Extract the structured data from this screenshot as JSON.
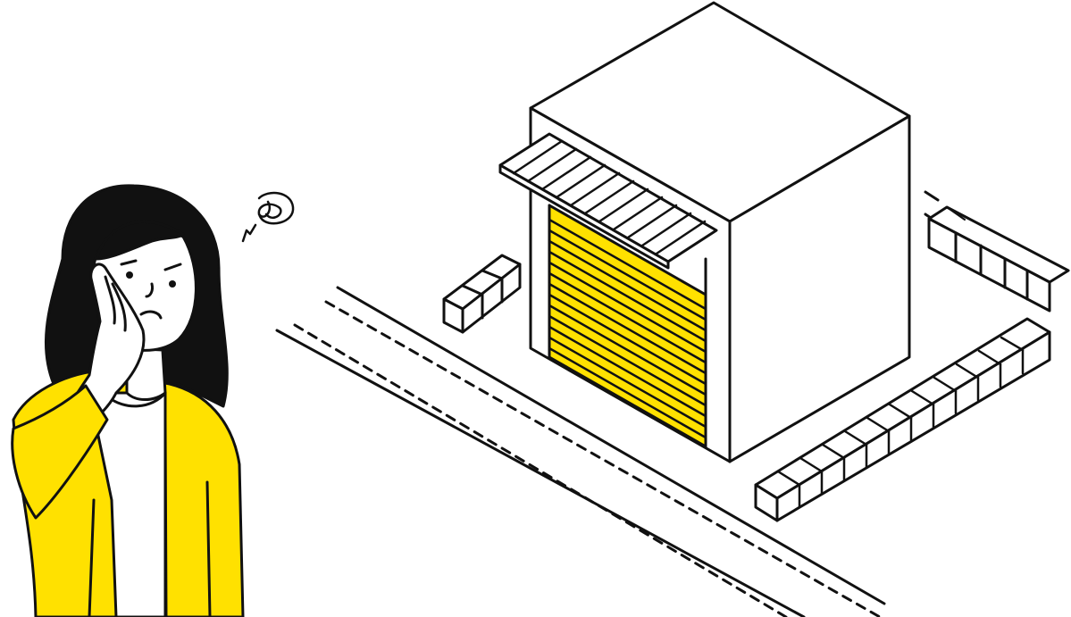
{
  "illustration": {
    "subject": "worried-woman-looking-at-closed-shop",
    "colors": {
      "accent": "#FFE100",
      "ink": "#111111",
      "background": "#FFFFFF"
    },
    "elements": [
      "woman-with-hand-on-cheek",
      "confused-scribble-icon",
      "road-with-dashed-lines",
      "closed-shop-building",
      "striped-awning",
      "yellow-shutter",
      "block-curbs"
    ]
  }
}
